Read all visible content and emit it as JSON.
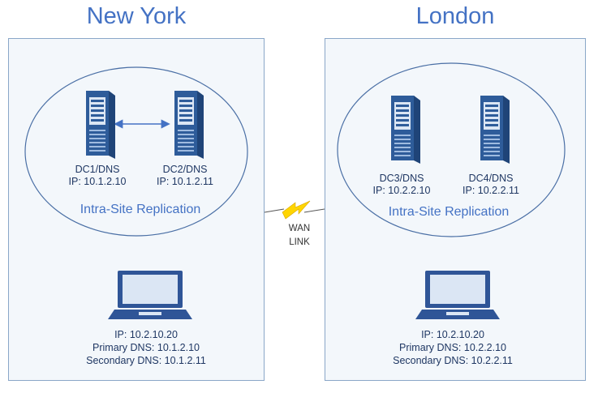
{
  "sites": {
    "left": {
      "title": "New York",
      "servers": [
        {
          "name": "DC1/DNS",
          "ip": "IP: 10.1.2.10"
        },
        {
          "name": "DC2/DNS",
          "ip": "IP: 10.1.2.11"
        }
      ],
      "replication_label": "Intra-Site Replication",
      "client": {
        "ip": "IP: 10.2.10.20",
        "primary_dns": "Primary DNS: 10.1.2.10",
        "secondary_dns": "Secondary DNS: 10.1.2.11"
      }
    },
    "right": {
      "title": "London",
      "servers": [
        {
          "name": "DC3/DNS",
          "ip": "IP: 10.2.2.10"
        },
        {
          "name": "DC4/DNS",
          "ip": "IP: 10.2.2.11"
        }
      ],
      "replication_label": "Intra-Site Replication",
      "client": {
        "ip": "IP: 10.2.10.20",
        "primary_dns": "Primary DNS: 10.2.2.10",
        "secondary_dns": "Secondary DNS: 10.2.2.11"
      }
    }
  },
  "wan": {
    "line1": "WAN",
    "line2": "LINK"
  },
  "colors": {
    "accent": "#4472c4",
    "server_body": "#2e5c9a",
    "laptop": "#2f5597",
    "lightning": "#ffd500",
    "box_border": "#8aa7c8"
  },
  "icons": {
    "server": "server-tower-icon",
    "laptop": "laptop-icon",
    "wan": "lightning-bolt-icon",
    "replication": "double-arrow-icon"
  }
}
